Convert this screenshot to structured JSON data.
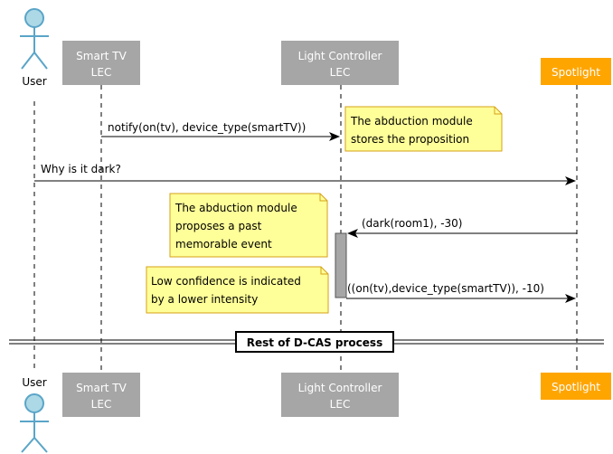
{
  "participants": {
    "user": "User",
    "smart_tv": [
      "Smart TV",
      "LEC"
    ],
    "light_controller": [
      "Light Controller",
      "LEC"
    ],
    "spotlight": "Spotlight"
  },
  "messages": {
    "notify": "notify(on(tv), device_type(smartTV))",
    "why_dark": "Why is it dark?",
    "dark_room": "(dark(room1), -30)",
    "on_tv": "((on(tv),device_type(smartTV)), -10)"
  },
  "notes": {
    "stores": [
      "The abduction module",
      "stores the proposition"
    ],
    "proposes": [
      "The abduction module",
      "proposes a past",
      "memorable event"
    ],
    "low_confidence": [
      "Low confidence is indicated",
      "by a lower intensity"
    ]
  },
  "divider": "Rest of D-CAS process",
  "colors": {
    "participant_gray": "#a6a6a6",
    "spotlight_orange": "#ffa500",
    "note_yellow": "#ffff99",
    "note_border": "#d4a017",
    "actor_fill": "#add8e6",
    "actor_stroke": "#5aa5c8",
    "activation": "#a6a6a6"
  },
  "icons": {
    "actor": "stick-figure-icon"
  }
}
